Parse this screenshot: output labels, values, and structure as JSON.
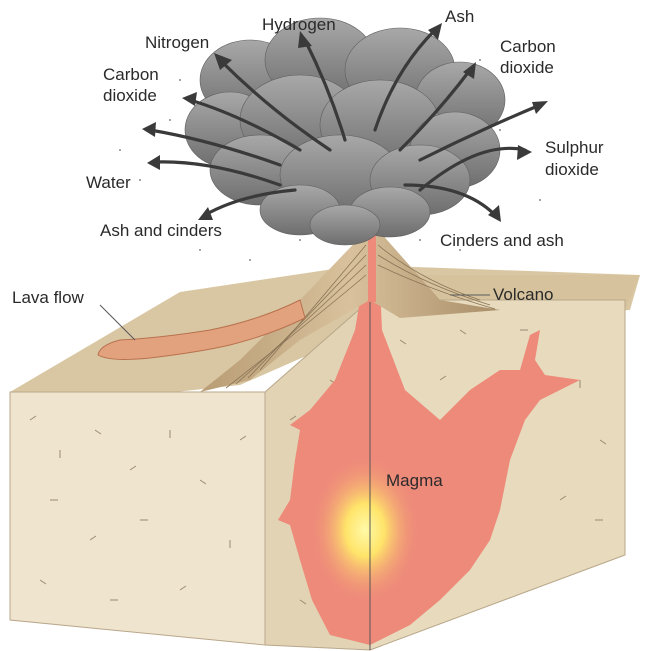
{
  "labels": {
    "nitrogen": "Nitrogen",
    "hydrogen": "Hydrogen",
    "ash": "Ash",
    "carbon_dioxide_left_1": "Carbon",
    "carbon_dioxide_left_2": "dioxide",
    "carbon_dioxide_right_1": "Carbon",
    "carbon_dioxide_right_2": "dioxide",
    "sulphur_dioxide_1": "Sulphur",
    "sulphur_dioxide_2": "dioxide",
    "water": "Water",
    "ash_and_cinders": "Ash and cinders",
    "cinders_and_ash": "Cinders and ash",
    "lava_flow": "Lava flow",
    "volcano": "Volcano",
    "magma": "Magma"
  },
  "colors": {
    "cloud": "#8c8c8c",
    "cloud_dark": "#6f6f6f",
    "ground_top": "#d9c7a3",
    "ground_side": "#efe4cd",
    "ground_side_dark": "#e2d3b4",
    "magma": "#ee8a7a",
    "magma_core": "#fff07a",
    "lava_flow": "#e3a27e",
    "volcano_cone": "#c9ad86"
  }
}
